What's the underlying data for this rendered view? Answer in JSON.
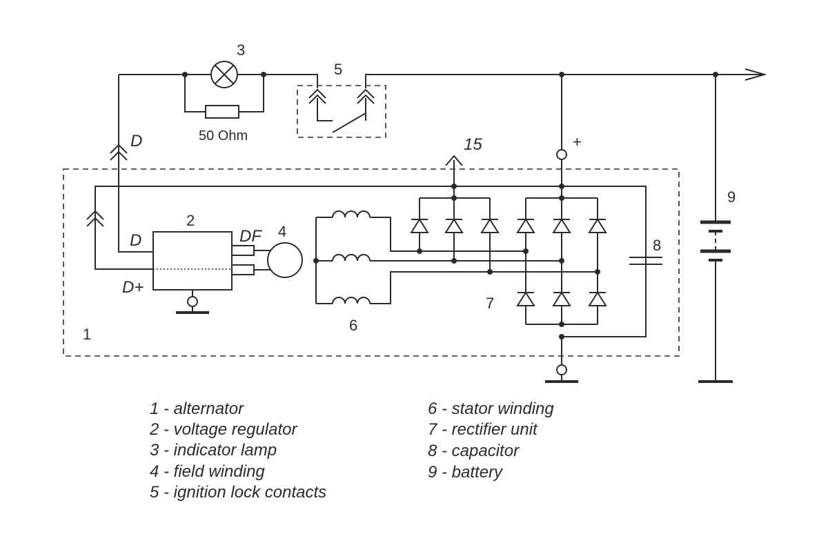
{
  "labels": {
    "n1": "1",
    "n2": "2",
    "n3": "3",
    "n4": "4",
    "n5": "5",
    "n6": "6",
    "n7": "7",
    "n8": "8",
    "n9": "9",
    "resistor": "50 Ohm",
    "terminal_d_top": "D",
    "terminal_15": "15",
    "plus": "+",
    "reg_d": "D",
    "reg_df": "DF",
    "reg_dplus": "D+"
  },
  "legend": {
    "left": [
      "1 - alternator",
      "2 - voltage regulator",
      "3 - indicator lamp",
      "4 - field winding",
      "5 - ignition lock contacts"
    ],
    "right": [
      "6 - stator winding",
      "7 - rectifier unit",
      "8 - capacitor",
      "9 - battery"
    ]
  }
}
